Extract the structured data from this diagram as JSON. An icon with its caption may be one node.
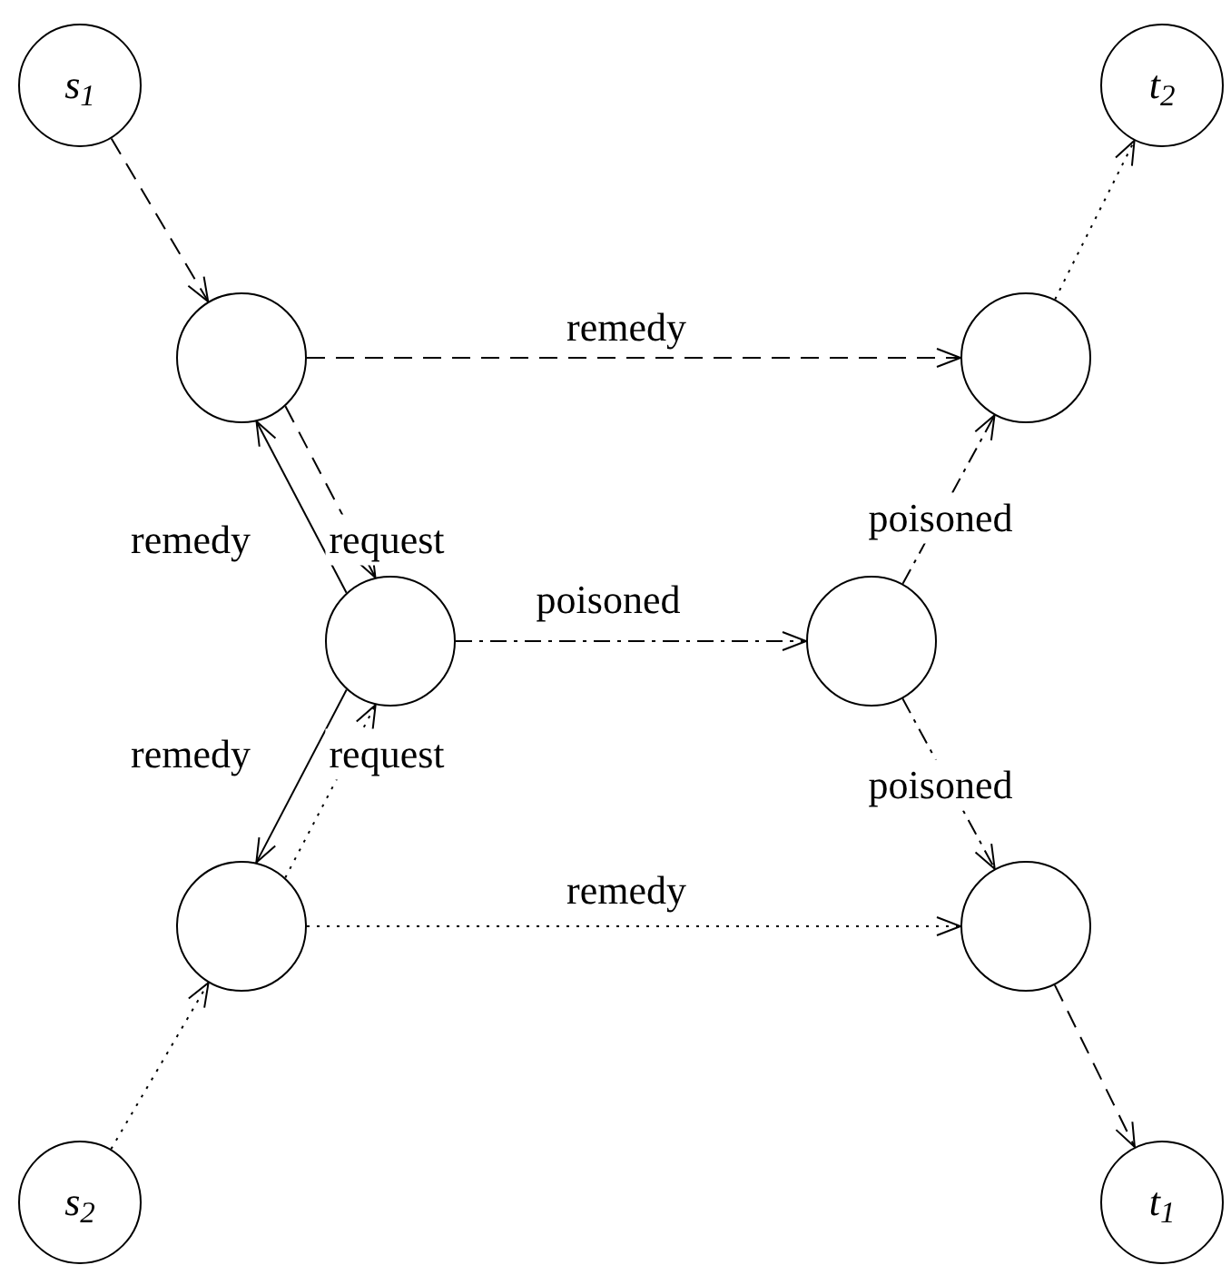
{
  "diagram": {
    "nodes": [
      {
        "text": [
          "s$_{1}$"
        ]
      },
      {
        "text": [
          "t$_{2}$"
        ]
      },
      {
        "text": [],
        "shape": "circle"
      },
      {
        "text": [],
        "shape": "circle"
      },
      {
        "text": [],
        "shape": "circle"
      },
      {
        "text": [],
        "shape": "circle"
      },
      {
        "text": [],
        "shape": "circle"
      },
      {
        "text": [],
        "shape": "circle"
      },
      {
        "text": [
          "s$_{2}$"
        ]
      },
      {
        "text": [
          "t$_{1}$"
        ]
      }
    ],
    "edges": [
      {
        "from": 0,
        "to": 2,
        "arrow": "to",
        "style": "dashed"
      },
      {
        "from": 2,
        "to": 3,
        "arrow": "to",
        "style": "dashed",
        "label": "remedy"
      },
      {
        "from": 2,
        "to": 4,
        "arrow": "to",
        "style": "dashed",
        "label": "request"
      },
      {
        "from": 4,
        "to": 2,
        "arrow": "to",
        "label": "remedy"
      },
      {
        "from": 4,
        "to": 5,
        "arrow": "to",
        "style": "dashed",
        "label": "poisoned"
      },
      {
        "from": 5,
        "to": 3,
        "arrow": "to",
        "style": "dashed",
        "label": "poisoned"
      },
      {
        "from": 3,
        "to": 1,
        "arrow": "to",
        "style": "dashed"
      },
      {
        "from": 4,
        "to": 6,
        "arrow": "to",
        "label": "remedy"
      },
      {
        "from": 6,
        "to": 4,
        "arrow": "to",
        "style": "dashed",
        "label": "request"
      },
      {
        "from": 6,
        "to": 7,
        "arrow": "to",
        "style": "dashed",
        "label": "remedy"
      },
      {
        "from": 5,
        "to": 7,
        "arrow": "to",
        "style": "dashed",
        "label": "poisoned"
      },
      {
        "from": 8,
        "to": 6,
        "arrow": "to",
        "style": "dashed"
      },
      {
        "from": 7,
        "to": 9,
        "arrow": "to",
        "style": "dashed"
      }
    ]
  }
}
